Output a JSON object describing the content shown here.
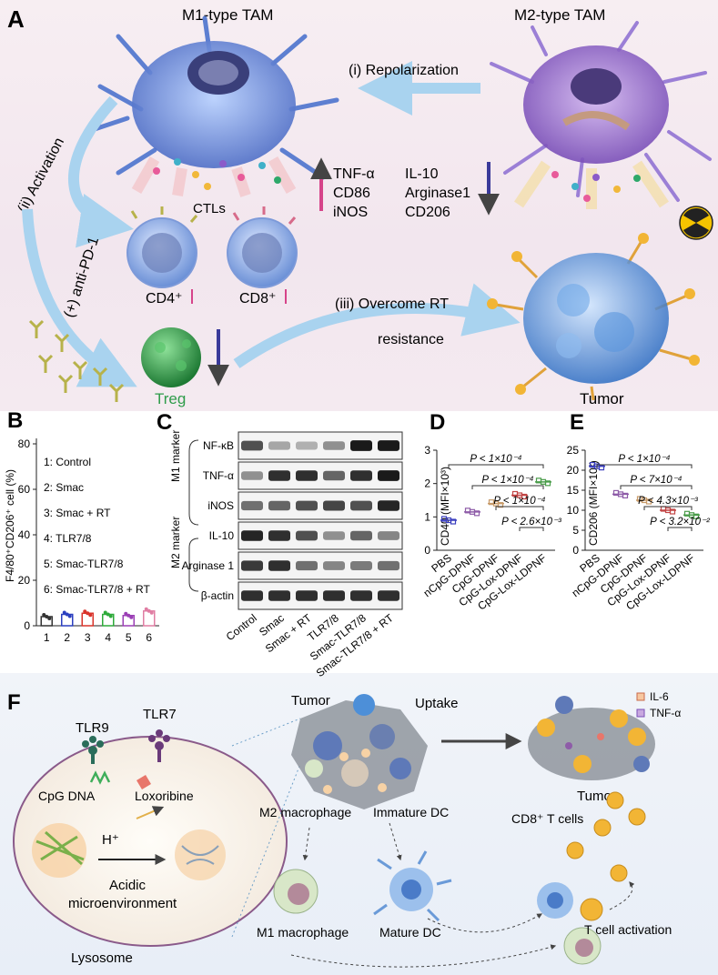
{
  "panelA": {
    "letter": "A",
    "m1_title": "M1-type  TAM",
    "m2_title": "M2-type  TAM",
    "repolarization": "(i) Repolarization",
    "activation": "(ii) Activation",
    "anti_pd1": "(+) anti-PD-1",
    "ctls": "CTLs",
    "up_markers": [
      "TNF-α",
      "CD86",
      "iNOS"
    ],
    "down_markers": [
      "IL-10",
      "Arginase1",
      "CD206"
    ],
    "cd4": "CD4⁺",
    "cd8": "CD8⁺",
    "overcome": "(iii) Overcome  RT",
    "resistance": "resistance",
    "treg": "Treg",
    "tumor": "Tumor",
    "colors": {
      "up_arrow": "#d6448a",
      "down_arrow": "#3a3a9a",
      "treg": "#2e9c4a",
      "arrow": "#a9d3ef"
    }
  },
  "panelB": {
    "letter": "B",
    "ylabel": "F4/80⁺CD206⁺ cell (%)",
    "legend": [
      "1: Control",
      "2: Smac",
      "3: Smac + RT",
      "4: TLR7/8",
      "5: Smac-TLR7/8",
      "6: Smac-TLR7/8 + RT"
    ],
    "chart_data": {
      "type": "bar",
      "categories": [
        "1",
        "2",
        "3",
        "4",
        "5",
        "6"
      ],
      "values": [
        4,
        5,
        5.5,
        5,
        4.5,
        6.5
      ],
      "ylim": [
        0,
        80
      ],
      "yticks": [
        "0",
        "20",
        "40",
        "60",
        "80"
      ],
      "colors": [
        "#333333",
        "#2b3fbf",
        "#d9342b",
        "#2eaa3a",
        "#9b3fb5",
        "#e07ea3"
      ]
    }
  },
  "panelC": {
    "letter": "C",
    "m1_group": "M1 marker",
    "m2_group": "M2 marker",
    "rows": [
      "NF-κB",
      "TNF-α",
      "iNOS",
      "IL-10",
      "Arginase 1",
      "β-actin"
    ],
    "lanes": [
      "Control",
      "Smac",
      "Smac + RT",
      "TLR7/8",
      "Smac-TLR7/8",
      "Smac-TLR7/8 + RT"
    ],
    "intensity": [
      [
        0.7,
        0.3,
        0.25,
        0.4,
        0.95,
        0.95
      ],
      [
        0.4,
        0.85,
        0.85,
        0.6,
        0.85,
        0.95
      ],
      [
        0.55,
        0.6,
        0.7,
        0.75,
        0.7,
        0.9
      ],
      [
        0.9,
        0.85,
        0.7,
        0.4,
        0.6,
        0.45
      ],
      [
        0.8,
        0.85,
        0.55,
        0.45,
        0.5,
        0.55
      ],
      [
        0.85,
        0.85,
        0.85,
        0.85,
        0.85,
        0.85
      ]
    ]
  },
  "panelD": {
    "letter": "D",
    "chart_data": {
      "type": "scatter",
      "ylabel": "CD40 (MFI×10³)",
      "categories": [
        "PBS",
        "nCpG-DPNF",
        "CpG-DPNF",
        "CpG-Lox-DPNF",
        "CpG-Lox-LDPNF"
      ],
      "means": [
        0.9,
        1.15,
        1.4,
        1.65,
        2.05
      ],
      "colors": [
        "#3b3fbf",
        "#8e5ca8",
        "#c79a68",
        "#c24545",
        "#4a9c4a"
      ],
      "ylim": [
        0,
        3
      ],
      "yticks": [
        "0",
        "1",
        "2",
        "3"
      ],
      "pvalues": [
        "P < 1×10⁻⁴",
        "P < 1×10⁻⁴",
        "P < 1×10⁻⁴",
        "P < 2.6×10⁻³"
      ]
    }
  },
  "panelE": {
    "letter": "E",
    "chart_data": {
      "type": "scatter",
      "ylabel": "CD206 (MFI×10²)",
      "categories": [
        "PBS",
        "nCpG-DPNF",
        "CpG-DPNF",
        "CpG-Lox-DPNF",
        "CpG-Lox-LDPNF"
      ],
      "means": [
        21,
        14,
        12.5,
        10,
        8.8
      ],
      "colors": [
        "#3b3fbf",
        "#8e5ca8",
        "#c79a68",
        "#c24545",
        "#4a9c4a"
      ],
      "ylim": [
        0,
        25
      ],
      "yticks": [
        "0",
        "5",
        "10",
        "15",
        "20",
        "25"
      ],
      "pvalues": [
        "P < 1×10⁻⁴",
        "P < 7×10⁻⁴",
        "P < 4.3×10⁻³",
        "P < 3.2×10⁻²"
      ]
    }
  },
  "panelF": {
    "letter": "F",
    "tlr9": "TLR9",
    "tlr7": "TLR7",
    "cpg": "CpG DNA",
    "lox": "Loxoribine",
    "hplus": "H⁺",
    "acidic": "Acidic",
    "micro": "microenvironment",
    "lysosome": "Lysosome",
    "tumor": "Tumor",
    "uptake": "Uptake",
    "m2mac": "M2 macrophage",
    "immdc": "Immature DC",
    "m1mac": "M1 macrophage",
    "maturedc": "Mature DC",
    "cd8cells": "CD8⁺ T cells",
    "tcell": "T cell activation",
    "tumor2": "Tumor",
    "legend_il6": "IL-6",
    "legend_tnf": "TNF-α"
  }
}
